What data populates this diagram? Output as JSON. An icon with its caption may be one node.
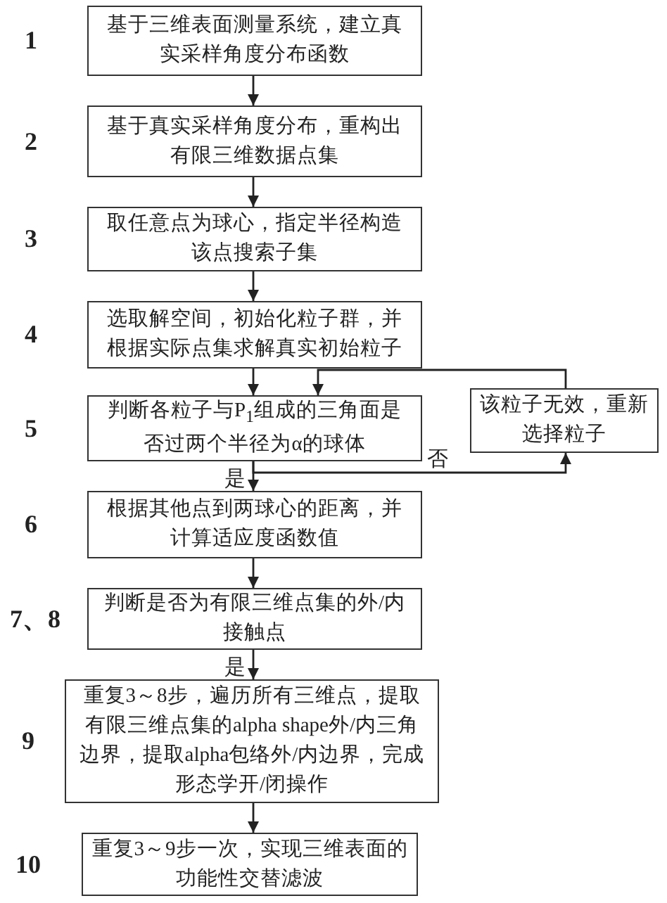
{
  "diagram": {
    "nodes": [
      {
        "text": [
          "基于三维表面测量系统，建立真实采样角度分布函数"
        ],
        "beside": [
          "1"
        ]
      },
      {
        "text": [
          "基于真实采样角度分布，重构出有限三维数据点集"
        ],
        "beside": [
          "2"
        ]
      },
      {
        "text": [
          "取任意点为球心，指定半径构造该点搜索子集"
        ],
        "beside": [
          "3"
        ]
      },
      {
        "text": [
          "选取解空间，初始化粒子群，并根据实际点集求解真实初始粒子"
        ],
        "beside": [
          "4"
        ]
      },
      {
        "text": [
          "判断各粒子与P$_{1}$组成的三角面是否过两个半径为α的球体"
        ],
        "beside": [
          "5"
        ]
      },
      {
        "text": [
          "该粒子无效，重新选择粒子"
        ]
      },
      {
        "text": [
          "根据其他点到两球心的距离，并计算适应度函数值"
        ],
        "beside": [
          "6"
        ]
      },
      {
        "text": [
          "判断是否为有限三维点集的外/内接触点"
        ],
        "beside": [
          "7、8"
        ]
      },
      {
        "text": [
          "重复3～8步，遍历所有三维点，提取有限三维点集的alpha shape外/内三角边界，提取alpha包络外/内边界，完成形态学开/闭操作"
        ],
        "beside": [
          "9"
        ]
      },
      {
        "text": [
          "重复3～9步一次，实现三维表面的功能性交替滤波"
        ],
        "beside": [
          "10"
        ]
      }
    ],
    "edges": [
      {
        "from": 0,
        "to": 1,
        "arrow": "to"
      },
      {
        "from": 1,
        "to": 2,
        "arrow": "to"
      },
      {
        "from": 2,
        "to": 3,
        "arrow": "to"
      },
      {
        "from": 3,
        "to": 4,
        "arrow": "to"
      },
      {
        "from": 4,
        "to": 6,
        "arrow": "to",
        "label": "是"
      },
      {
        "from": 4,
        "to": 5,
        "arrow": "to",
        "label": "否"
      },
      {
        "from": 5,
        "to": 4,
        "arrow": "to"
      },
      {
        "from": 6,
        "to": 7,
        "arrow": "to"
      },
      {
        "from": 7,
        "to": 8,
        "arrow": "to",
        "label": "是"
      },
      {
        "from": 8,
        "to": 9,
        "arrow": "to"
      }
    ]
  }
}
